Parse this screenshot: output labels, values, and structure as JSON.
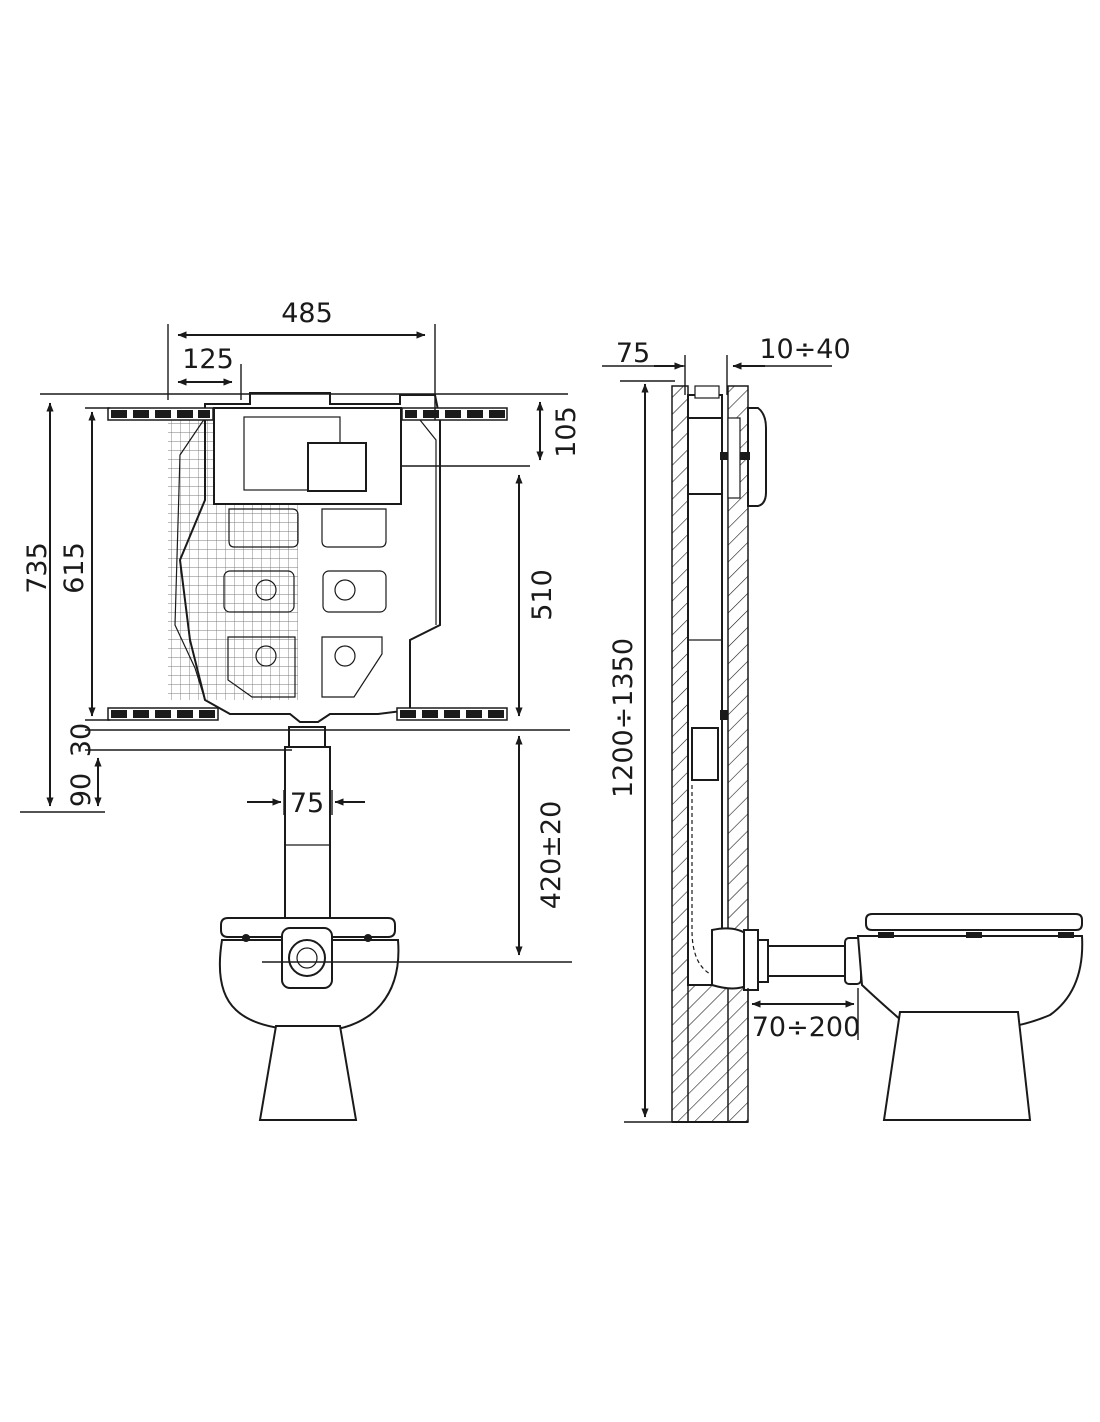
{
  "front_view": {
    "dims": {
      "overall_width": "485",
      "side_offset": "125",
      "overall_height": "735",
      "bracket_spacing": "615",
      "top_offset": "105",
      "mid_height": "510",
      "bottom_offset": "30",
      "lower_offset": "90",
      "pipe_width": "75",
      "outlet_height": "420±20"
    }
  },
  "side_view": {
    "dims": {
      "frame_depth": "75",
      "wall_gap": "10÷40",
      "install_height": "1200÷1350",
      "pan_offset": "70÷200"
    }
  }
}
